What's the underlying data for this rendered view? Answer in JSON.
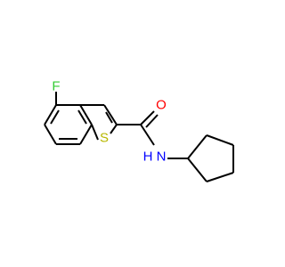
{
  "molecule": {
    "atoms": {
      "fluorine": {
        "symbol": "F",
        "color": "#33cc33"
      },
      "sulfur": {
        "symbol": "S",
        "color": "#b8b800"
      },
      "oxygen": {
        "symbol": "O",
        "color": "#ff0000"
      },
      "nitrogen": {
        "symbol": "N",
        "color": "#0000ff"
      },
      "hydrogen": {
        "symbol": "H",
        "color": "#0000ff"
      }
    }
  }
}
